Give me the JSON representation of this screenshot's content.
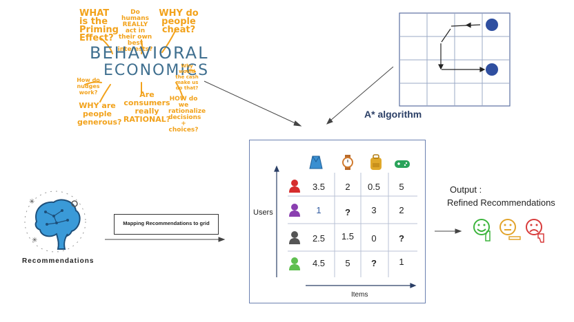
{
  "behavioral_economics": {
    "title_line1": "BEHAVIORAL",
    "title_line2": "ECONOMICS",
    "questions": [
      "WHAT is the Priming Effect?",
      "Do humans REALLY act in their own best interests?",
      "WHY do people cheat?",
      "How do nudges work?",
      "Why would the cash make us do that?",
      "WHY are people generous?",
      "Are consumers really RATIONAL?",
      "HOW do we rationalize decisions + choices?"
    ]
  },
  "astar": {
    "label": "A* algorithm"
  },
  "recommendations": {
    "label": "Recommendations"
  },
  "mapping": {
    "label": "Mapping Recommendations to grid"
  },
  "matrix": {
    "y_axis_label": "Users",
    "x_axis_label": "Items",
    "item_icons": [
      "jacket-icon",
      "watch-icon",
      "backpack-icon",
      "gamepad-icon"
    ],
    "user_icons": [
      "user-red-icon",
      "user-purple-icon",
      "user-gray-icon",
      "user-green-icon"
    ],
    "rows": [
      [
        "3.5",
        "2",
        "0.5",
        "5"
      ],
      [
        "1",
        "?",
        "3",
        "2"
      ],
      [
        "2.5",
        "1.5",
        "0",
        "?"
      ],
      [
        "4.5",
        "5",
        "?",
        "1"
      ]
    ],
    "colors": {
      "red": "#d62d2d",
      "purple": "#8a3fb0",
      "gray": "#555555",
      "green": "#5fbf50",
      "blue": "#2f5aa0"
    }
  },
  "output": {
    "title": "Output :",
    "subtitle": "Refined Recommendations",
    "emojis": [
      "happy-thumbs-up",
      "neutral-pointing",
      "sad-thumbs-down"
    ]
  }
}
